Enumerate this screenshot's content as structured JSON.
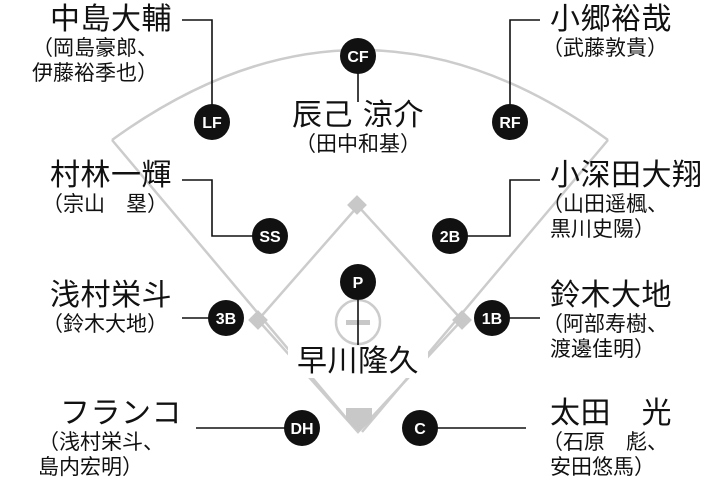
{
  "positions": {
    "cf": {
      "abbr": "CF",
      "name": "辰己 涼介",
      "sub": [
        "（田中和基）"
      ]
    },
    "lf": {
      "abbr": "LF",
      "name": "中島大輔",
      "sub": [
        "（岡島豪郎、",
        "伊藤裕季也）"
      ]
    },
    "rf": {
      "abbr": "RF",
      "name": "小郷裕哉",
      "sub": [
        "（武藤敦貴）"
      ]
    },
    "ss": {
      "abbr": "SS",
      "name": "村林一輝",
      "sub": [
        "（宗山　塁）"
      ]
    },
    "2b": {
      "abbr": "2B",
      "name": "小深田大翔",
      "sub": [
        "（山田遥楓、",
        "黒川史陽）"
      ]
    },
    "3b": {
      "abbr": "3B",
      "name": "浅村栄斗",
      "sub": [
        "（鈴木大地）"
      ]
    },
    "1b": {
      "abbr": "1B",
      "name": "鈴木大地",
      "sub": [
        "（阿部寿樹、",
        "渡邊佳明）"
      ]
    },
    "p": {
      "abbr": "P",
      "name": "早川隆久",
      "sub": []
    },
    "dh": {
      "abbr": "DH",
      "name": "フランコ",
      "sub": [
        "（浅村栄斗、",
        "島内宏明）"
      ]
    },
    "c": {
      "abbr": "C",
      "name": "太田　光",
      "sub": [
        "（石原　彪、",
        "安田悠馬）"
      ]
    }
  },
  "colors": {
    "field_line": "#c8c8c8",
    "marker": "#111111",
    "marker_text": "#ffffff",
    "base": "#c8c8c8",
    "leader": "#111111"
  }
}
